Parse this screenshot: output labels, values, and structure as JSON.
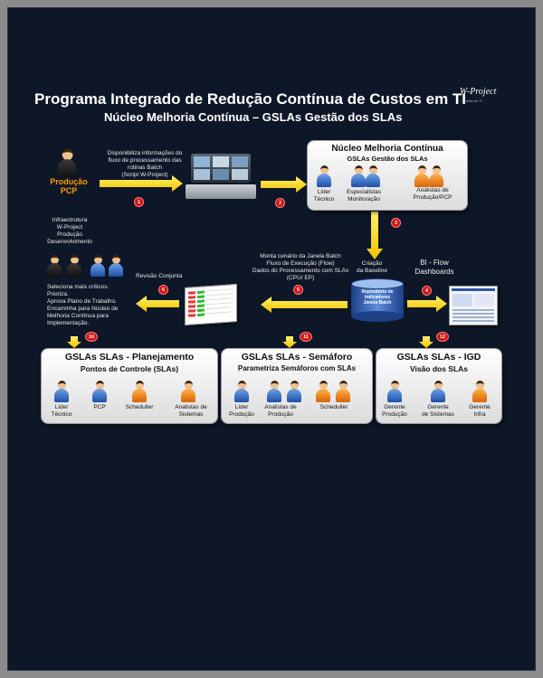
{
  "title": "Programa Integrado de Redução Contínua de Custos em TI",
  "subtitle": "Núcleo Melhoria Contínua – GSLAs Gestão dos SLAs",
  "logo": {
    "text": "W-Project",
    "tagline": "Gestão de TI"
  },
  "producao_pcp": "Produção\nPCP",
  "step1_text": "Disponibiliza informações do\nfluxo de processamento das\nrotinas Batch\n(Script W-Project)",
  "nucleo_box": {
    "title": "Núcleo Melhoria Contínua",
    "subtitle": "GSLAs Gestão dos SLAs",
    "roles": [
      "Líder\nTécnico",
      "Especialistas\nMonitoração",
      "Analistas de\nProdução/PCP"
    ]
  },
  "infra_text": "Infraestrutura\nW-Project\nProdução\nDesenvolvimento",
  "step5_text": "Monta cenário da Janela Batch\nFluxo de Execução (Flow)\nDados do Processamento com SLAs\n(CPU/ EP)",
  "baseline_text": "Criação\nda Baseline",
  "bi_text": "BI - Flow\nDashboards",
  "repo_text": "Repositório de\nindicadores\nJanela Batch",
  "revisao_text": "Revisão Conjunta",
  "seleciona_text": "Seleciona mais críticos.\nPrioriza.\nAprova Plano de Trabalho.\nEncaminha para Núcleo de\nMelhoria  Contínua para\nImplementação.",
  "badges": [
    "1",
    "2",
    "3",
    "4",
    "5",
    "6",
    "10",
    "11",
    "12"
  ],
  "planejamento": {
    "title": "GSLAs SLAs - Planejamento",
    "subtitle": "Pontos de Controle (SLAs)",
    "roles": [
      "Líder\nTécnico",
      "PCP",
      "Scheduller",
      "Analistas  de\nSistemas"
    ]
  },
  "semaforo": {
    "title": "GSLAs SLAs - Semáforo",
    "subtitle": "Parametriza Semáforos com SLAs",
    "roles": [
      "Líder\nProdução",
      "Analistas de\nProdução",
      "Scheduller"
    ]
  },
  "igd": {
    "title": "GSLAs SLAs - IGD",
    "subtitle": "Visão dos SLAs",
    "roles": [
      "Gerente\nProdução",
      "Gerente\nde Sistemas",
      "Gerente\nInfra"
    ]
  },
  "colors": {
    "background": "#0e1727",
    "arrow": "#ffd400",
    "badge": "#d21414",
    "orange_text": "#ff9900"
  }
}
